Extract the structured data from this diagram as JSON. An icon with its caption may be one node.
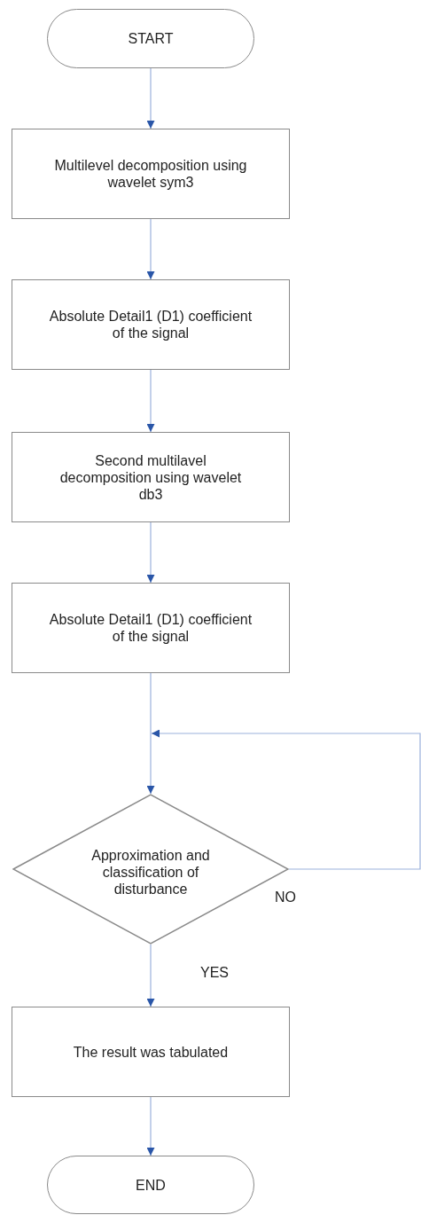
{
  "diagram": {
    "nodes": [
      {
        "text": [
          "START"
        ]
      },
      {
        "text": [
          "Multilevel decomposition using wavelet sym3"
        ]
      },
      {
        "text": [
          "Absolute Detail1 (D1) coefficient of the signal"
        ]
      },
      {
        "text": [
          "Second multilavel decomposition using wavelet db3"
        ]
      },
      {
        "text": [
          "Absolute Detail1 (D1) coefficient of the signal"
        ]
      },
      {
        "text": [
          "Approximation and classification of disturbance"
        ]
      },
      {
        "text": [
          "The result was tabulated"
        ]
      },
      {
        "text": [
          "END"
        ]
      }
    ],
    "edges": [
      {
        "from": 0,
        "to": 1,
        "arrow": "to"
      },
      {
        "from": 1,
        "to": 2,
        "arrow": "to"
      },
      {
        "from": 2,
        "to": 3,
        "arrow": "to"
      },
      {
        "from": 3,
        "to": 4,
        "arrow": "to"
      },
      {
        "from": 4,
        "to": 5,
        "arrow": "to"
      },
      {
        "from": 5,
        "to": 6,
        "arrow": "to",
        "label": "YES"
      },
      {
        "from": 5,
        "to": 5,
        "arrow": "to",
        "label": "NO"
      },
      {
        "from": 6,
        "to": 7,
        "arrow": "to"
      }
    ]
  }
}
